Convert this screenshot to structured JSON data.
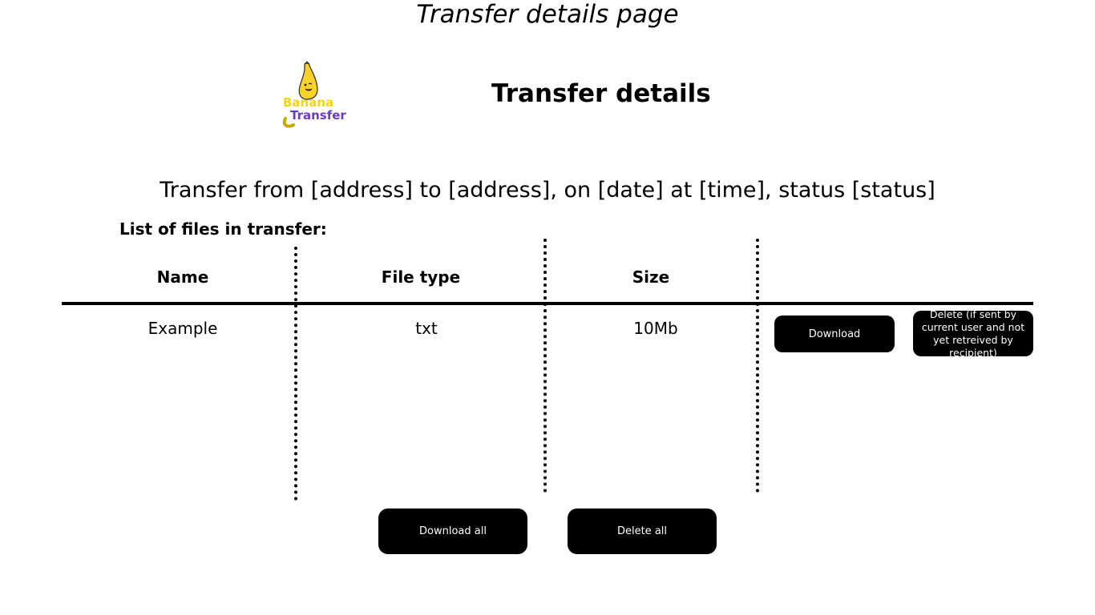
{
  "caption": "Transfer details page",
  "logo": {
    "word1": "Banana",
    "word2": "Transfer",
    "brand_yellow": "#f5d21f",
    "brand_purple": "#6a3bbf"
  },
  "header": {
    "title": "Transfer details"
  },
  "summary": "Transfer from [address] to [address], on [date] at [time], status [status]",
  "files": {
    "heading": "List of files in transfer:",
    "columns": [
      "Name",
      "File type",
      "Size"
    ],
    "rows": [
      {
        "name": "Example",
        "type": "txt",
        "size": "10Mb",
        "download_label": "Download",
        "delete_label": "Delete (if sent by current user and not yet retreived by recipient)"
      }
    ]
  },
  "actions": {
    "download_all": "Download all",
    "delete_all": "Delete all"
  }
}
